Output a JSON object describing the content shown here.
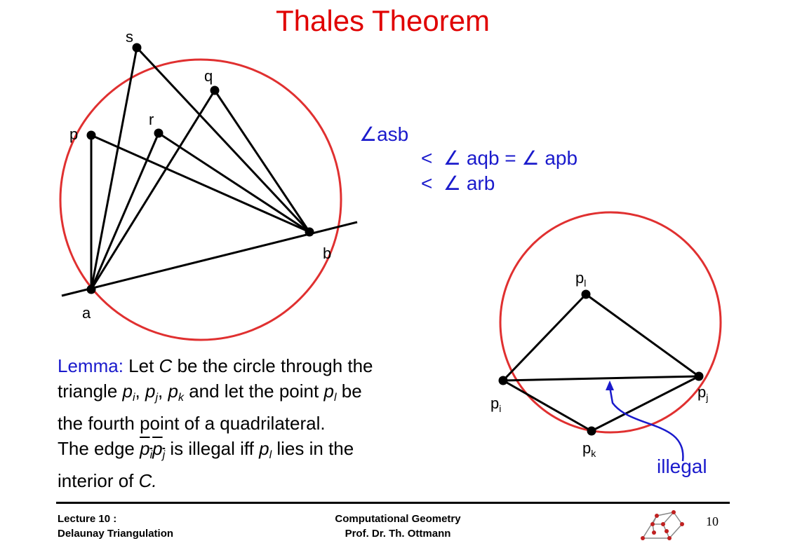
{
  "title": "Thales Theorem",
  "colors": {
    "title": "#e00000",
    "circle": "#e03030",
    "text_blue": "#1a1acc",
    "arrow": "#1a1acc"
  },
  "points_left": {
    "s": "s",
    "q": "q",
    "r": "r",
    "p": "p",
    "a": "a",
    "b": "b"
  },
  "points_right": {
    "pl": {
      "base": "p",
      "sub": "l"
    },
    "pi": {
      "base": "p",
      "sub": "i"
    },
    "pj": {
      "base": "p",
      "sub": "j"
    },
    "pk": {
      "base": "p",
      "sub": "k"
    }
  },
  "angles": {
    "symbol": "∠",
    "less": "<",
    "row1": "asb",
    "row2_a": "aqb =",
    "row2_b": "apb",
    "row3": "arb"
  },
  "lemma": {
    "label": "Lemma:",
    "l1_text": "Let",
    "l1_C": "C",
    "l1_rest": "be the circle through the",
    "l2_a": "triangle",
    "l2_rest": "and let the point",
    "l2_end": "be",
    "l3": "the fourth point of a quadrilateral.",
    "l4_a": "The edge",
    "l4_rest": "is illegal iff",
    "l4_end": "lies in the",
    "l5_a": "interior of",
    "l5_C": "C."
  },
  "illegal_label": "illegal",
  "footer": {
    "left_line1": "Lecture 10 :",
    "left_line2": "Delaunay Triangulation",
    "center_line1": "Computational Geometry",
    "center_line2": "Prof. Dr. Th. Ottmann",
    "page_number": "10"
  },
  "logo_icon": "wireframe-cube-logo"
}
